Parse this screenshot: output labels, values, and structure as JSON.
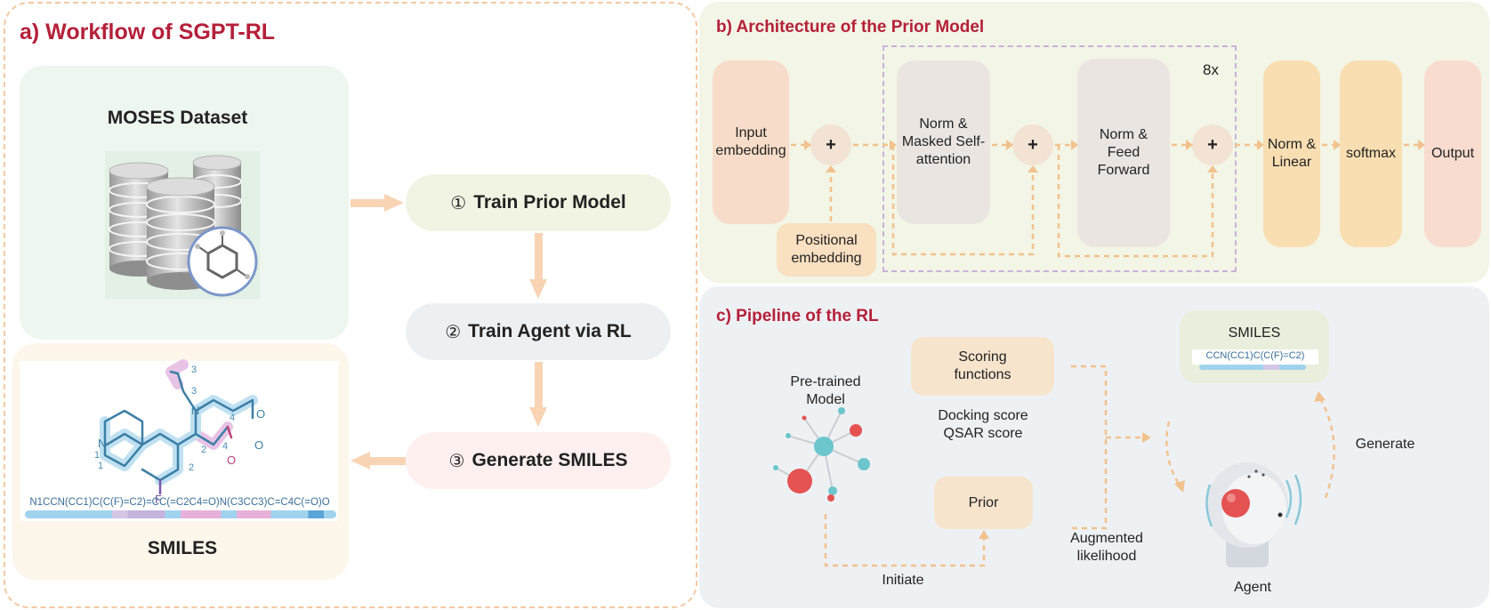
{
  "panel_a": {
    "title": "a) Workflow of SGPT-RL",
    "dataset_label": "MOSES Dataset",
    "smiles_label": "SMILES",
    "smiles_string": "N1CCN(CC1)C(C(F)=C2)=CC(=C2C4=O)N(C3CC3)C=C4C(=O)O",
    "molecule_numbers": [
      "3",
      "3",
      "4",
      "1",
      "1",
      "2",
      "4",
      "2"
    ],
    "steps": [
      {
        "num": "①",
        "label": "Train Prior Model"
      },
      {
        "num": "②",
        "label": "Train Agent via RL"
      },
      {
        "num": "③",
        "label": "Generate SMILES"
      }
    ]
  },
  "panel_b": {
    "title": "b) Architecture of the Prior Model",
    "input_embedding": "Input embedding",
    "positional_embedding": "Positional embedding",
    "plus": "+",
    "repeat": "8x",
    "blocks": [
      "Norm & Masked Self-attention",
      "Norm & Feed Forward",
      "Norm & Linear",
      "softmax",
      "Output"
    ]
  },
  "panel_c": {
    "title": "c) Pipeline of the RL",
    "pretrained": "Pre-trained Model",
    "scoring": "Scoring functions",
    "scores": "Docking score QSAR score",
    "prior": "Prior",
    "initiate": "Initiate",
    "augmented": "Augmented likelihood",
    "smiles_title": "SMILES",
    "smiles_snippet": "CCN(CC1)C(C(F)=C2)",
    "generate": "Generate",
    "agent": "Agent"
  },
  "colors": {
    "title_red": "#b5203a",
    "arrow_orange": "#f2c28e",
    "panel_b_bg": "#f3f5e6",
    "panel_c_bg": "#eef1f4",
    "purple_dash": "#c8b2d8"
  }
}
